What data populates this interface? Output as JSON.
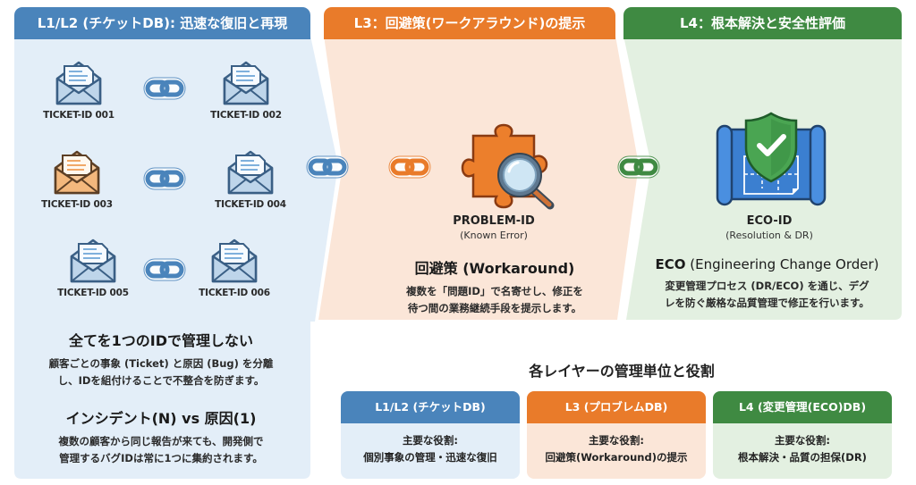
{
  "colors": {
    "blue": "#4a84bb",
    "orange": "#e97b2a",
    "green": "#3f8a42",
    "blue_bg": "#e3eef8",
    "orange_bg": "#fbe6d8",
    "green_bg": "#e3f0e1"
  },
  "columns": {
    "l1l2": {
      "header": "L1/L2 (チケットDB): 迅速な復旧と再現",
      "tickets": [
        {
          "label": "TICKET-ID 001",
          "icon": "envelope-icon"
        },
        {
          "label": "TICKET-ID 002",
          "icon": "envelope-icon"
        },
        {
          "label": "TICKET-ID 003",
          "icon": "envelope-icon-highlighted"
        },
        {
          "label": "TICKET-ID 004",
          "icon": "envelope-icon"
        },
        {
          "label": "TICKET-ID 005",
          "icon": "envelope-icon"
        },
        {
          "label": "TICKET-ID 006",
          "icon": "envelope-icon"
        }
      ],
      "section1_title": "全てを1つのIDで管理しない",
      "section1_line1": "顧客ごとの事象 (Ticket) と原因 (Bug) を分離",
      "section1_line2": "し、IDを組付けることで不整合を防ぎます。",
      "section2_title": "インシデント(N) vs 原因(1)",
      "section2_line1": "複数の顧客から同じ報告が来ても、開発側で",
      "section2_line2": "管理するバグIDは常に1つに集約されます。"
    },
    "l3": {
      "header": "L3：回避策(ワークアラウンド)の提示",
      "icon": "puzzle-magnifier-icon",
      "id_title": "PROBLEM-ID",
      "id_sub": "(Known Error)",
      "title": "回避策 (Workaround)",
      "desc_line1": "複数を「問題ID」で名寄せし、修正を",
      "desc_line2": "待つ間の業務継続手段を提示します。"
    },
    "l4": {
      "header": "L4：根本解決と安全性評価",
      "icon": "shield-blueprint-icon",
      "id_title": "ECO-ID",
      "id_sub": "(Resolution & DR)",
      "title_bold": "ECO",
      "title_rest": " (Engineering Change Order)",
      "desc_line1": "変更管理プロセス (DR/ECO) を通じ、デグ",
      "desc_line2": "レを防ぐ厳格な品質管理で修正を行います。"
    }
  },
  "summary": {
    "title": "各レイヤーの管理単位と役割",
    "cards": [
      {
        "header": "L1/L2 (チケットDB)",
        "role_label": "主要な役割:",
        "role": "個別事象の管理・迅速な復旧"
      },
      {
        "header": "L3 (プロブレムDB)",
        "role_label": "主要な役割:",
        "role": "回避策(Workaround)の提示"
      },
      {
        "header": "L4 (変更管理(ECO)DB)",
        "role_label": "主要な役割:",
        "role": "根本解決・品質の担保(DR)"
      }
    ]
  }
}
